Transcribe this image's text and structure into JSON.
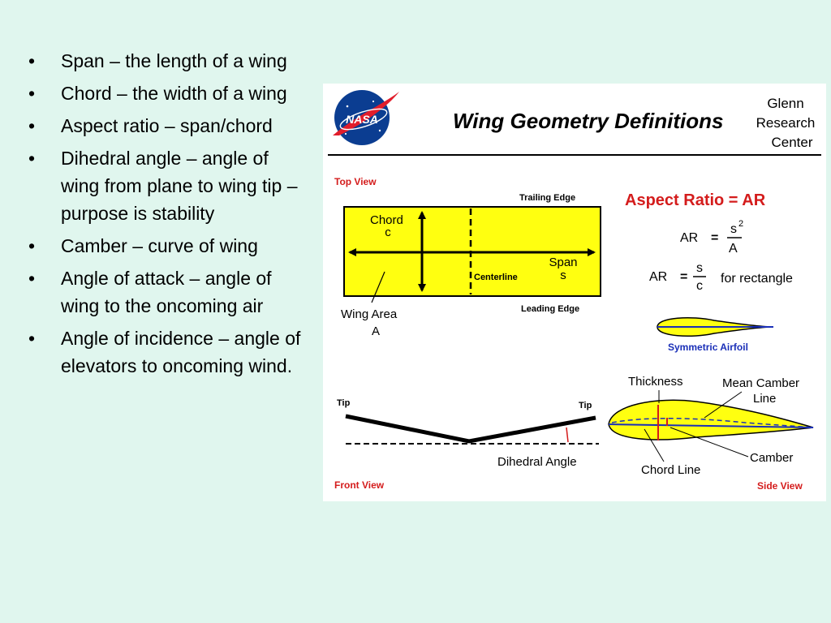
{
  "bullets": [
    "Span – the length of a wing",
    "Chord – the width of a wing",
    "Aspect ratio – span/chord",
    "Dihedral angle – angle of wing from plane to wing tip – purpose is stability",
    "Camber – curve of wing",
    "Angle of attack – angle of wing to the oncoming air",
    "Angle of incidence – angle of elevators to oncoming wind."
  ],
  "bullet_symbol": "•",
  "figure": {
    "logo_text": "NASA",
    "title": "Wing  Geometry  Definitions",
    "org_line1": "Glenn",
    "org_line2": "Research",
    "org_line3": "Center",
    "top_view": "Top  View",
    "trailing_edge": "Trailing  Edge",
    "leading_edge": "Leading Edge",
    "chord": "Chord",
    "chord_symbol": "c",
    "span": "Span",
    "span_symbol": "s",
    "centerline": "Centerline",
    "wing_area": "Wing Area",
    "wing_area_symbol": "A",
    "aspect_ratio": "Aspect  Ratio  =  AR",
    "formula_lhs": "AR",
    "equals": "=",
    "formula1_num": "s",
    "formula1_exp": "2",
    "formula1_den": "A",
    "formula2_num": "s",
    "formula2_den": "c",
    "for_rectangle": "for  rectangle",
    "symmetric_airfoil": "Symmetric  Airfoil",
    "tip_left": "Tip",
    "tip_right": "Tip",
    "dihedral_angle": "Dihedral  Angle",
    "front_view": "Front  View",
    "thickness": "Thickness",
    "mean_camber_1": "Mean  Camber",
    "mean_camber_2": "Line",
    "camber": "Camber",
    "chord_line": "Chord  Line",
    "side_view": "Side View"
  },
  "colors": {
    "background": "#e0f6ee",
    "wing_fill": "#ffff10",
    "label_red": "#d41c1c",
    "label_blue": "#1a2fb8",
    "nasa_blue": "#0b3d91"
  }
}
